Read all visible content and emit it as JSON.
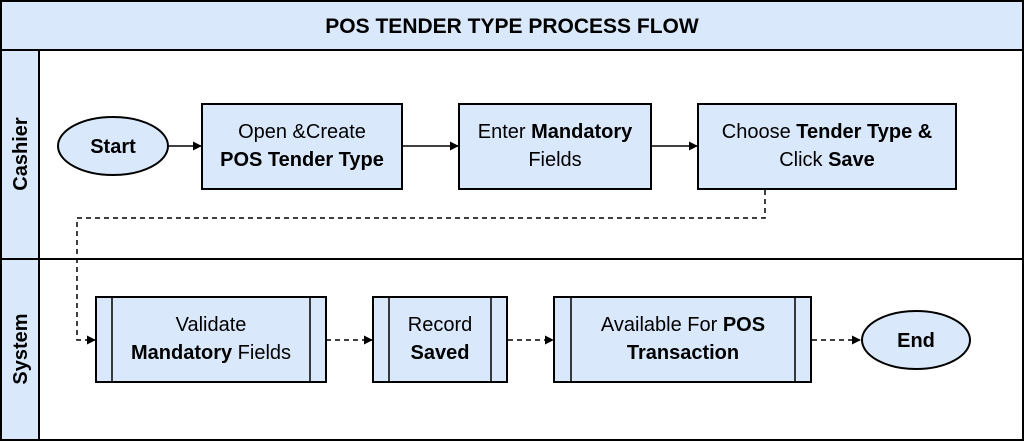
{
  "title": "POS TENDER TYPE PROCESS FLOW",
  "colors": {
    "fill": "#dae8fc",
    "stroke": "#000000",
    "background": "#ffffff"
  },
  "lanes": {
    "cashier": "Cashier",
    "system": "System"
  },
  "nodes": {
    "start": {
      "label": "Start"
    },
    "open_create": {
      "line1": "Open &Create",
      "line2": "POS Tender Type"
    },
    "enter_fields": {
      "line1_a": "Enter ",
      "line1_b": "Mandatory",
      "line2": "Fields"
    },
    "choose": {
      "line1_a": "Choose ",
      "line1_b": "Tender Type &",
      "line2_a": "Click ",
      "line2_b": "Save"
    },
    "validate": {
      "line1": "Validate",
      "line2_a": "Mandatory",
      "line2_b": " Fields"
    },
    "record": {
      "line1": "Record",
      "line2": "Saved"
    },
    "available": {
      "line1_a": "Available For ",
      "line1_b": "POS",
      "line2": "Transaction"
    },
    "end": {
      "label": "End"
    }
  }
}
